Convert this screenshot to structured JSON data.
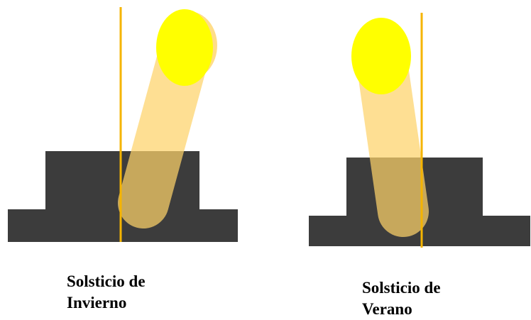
{
  "captions": {
    "winter": {
      "line1": "Solsticio de",
      "line2": "Invierno"
    },
    "summer": {
      "line1": "Solsticio de",
      "line2": "Verano"
    }
  },
  "colors": {
    "building": "#3c3c3c",
    "sun": "#ffff00",
    "sun_halo": "#ffdd88",
    "sunbeam": "#fdd36a",
    "vertical_line": "#f5b400",
    "caption_text": "#000000"
  }
}
